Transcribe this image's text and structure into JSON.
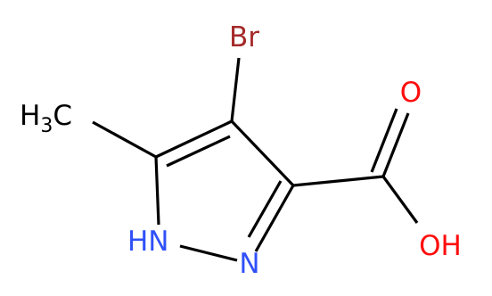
{
  "atoms": {
    "bromine": "Br",
    "methyl_h": "H",
    "methyl_sub": "3",
    "methyl_c": "C",
    "nh": "HN",
    "n": "N",
    "carbonyl_o": "O",
    "hydroxyl": "OH"
  },
  "colors": {
    "bond": "#000000",
    "carbon_text": "#000000",
    "bromine": "#a52a2a",
    "nitrogen": "#3050f8",
    "oxygen": "#ff0d0d"
  }
}
